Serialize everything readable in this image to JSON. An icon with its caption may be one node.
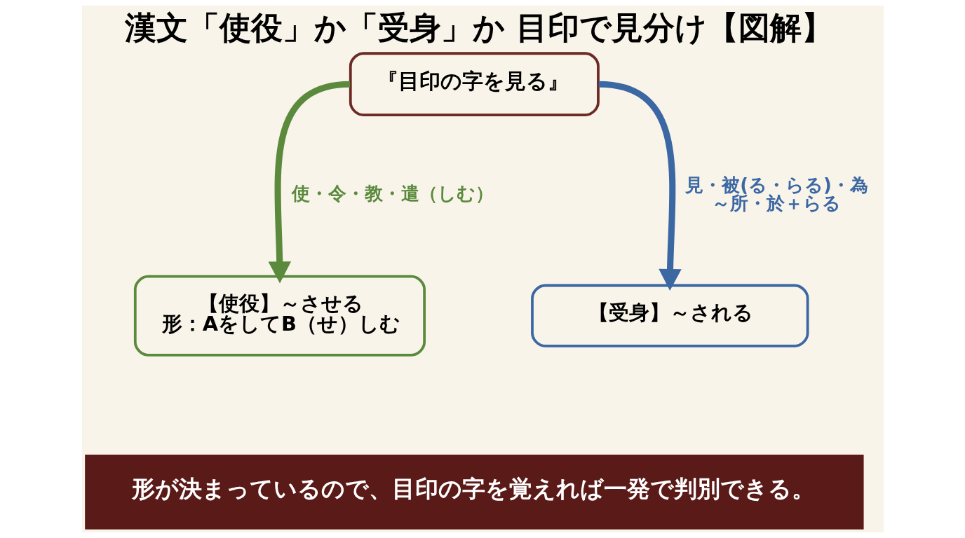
{
  "diagram": {
    "title": "漢文「使役」か「受身」か 目印で見分け【図解】",
    "caption": "形が決まっているので、目印の字を覚えれば一発で判別できる。",
    "nodes": [
      {
        "text": [
          "『目印の字を見る』"
        ]
      },
      {
        "text": [
          "【使役】～させる",
          "形：AをしてB（せ）しむ"
        ]
      },
      {
        "text": [
          "【受身】～される"
        ]
      }
    ],
    "edges": [
      {
        "from": 0,
        "to": 1,
        "arrow": "to",
        "label": "使・令・教・遣（しむ）",
        "color": "#5b8a3c"
      },
      {
        "from": 0,
        "to": 2,
        "arrow": "to",
        "label": "見・被(る・らる)・為～所・於＋らる",
        "color": "#3b67a3"
      }
    ]
  }
}
